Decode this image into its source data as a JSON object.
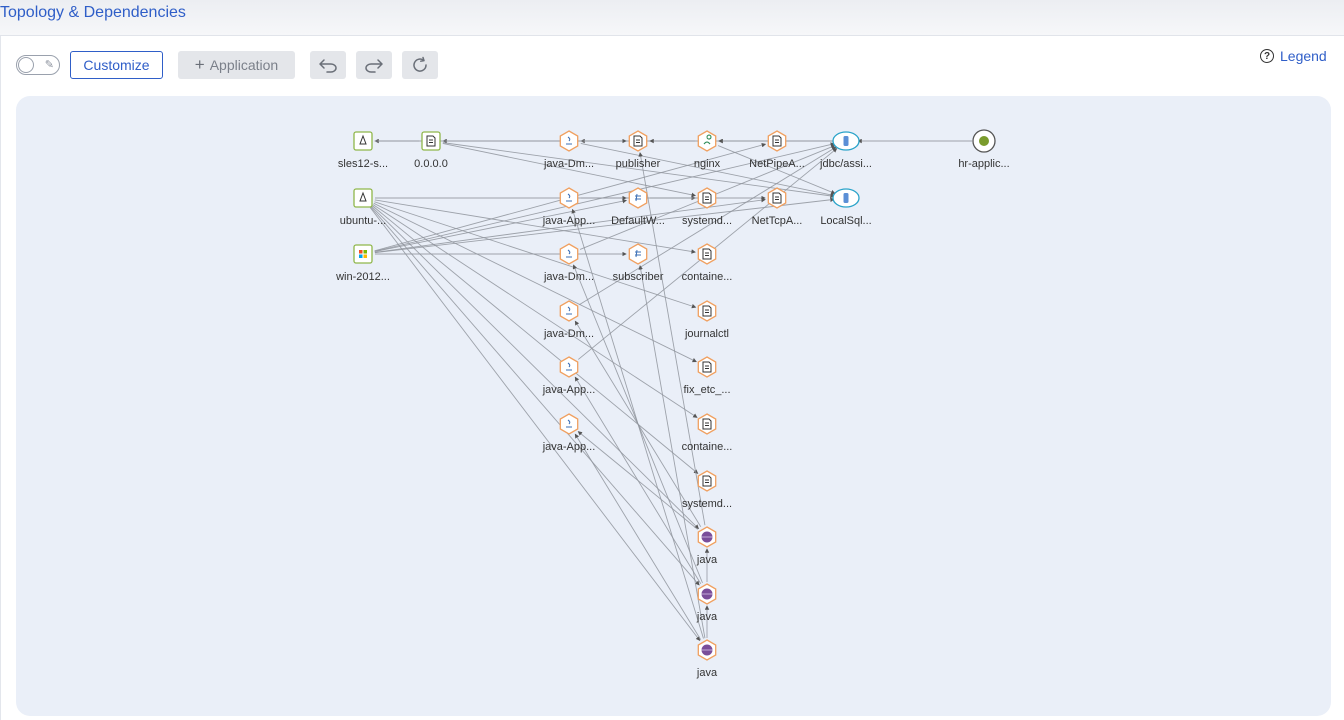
{
  "header": {
    "title": "Topology & Dependencies"
  },
  "toolbar": {
    "customize_label": "Customize",
    "application_label": "Application",
    "application_icon": "+",
    "undo_icon": "undo-icon",
    "redo_icon": "redo-icon",
    "refresh_icon": "refresh-icon",
    "edit_toggle_on": false
  },
  "legend": {
    "label": "Legend",
    "icon": "?"
  },
  "colors": {
    "accent": "#2f5ec8",
    "os": "#8fb64a",
    "process": "#f0a060",
    "db": "#2aa3c9",
    "jvm": "#7a4e9a",
    "app": "#7a9b2c",
    "edge": "#8f949c"
  },
  "topology": {
    "nodes": [
      {
        "id": "sles",
        "type": "linux",
        "label": "sles12-s..."
      },
      {
        "id": "ip",
        "type": "file",
        "label": "0.0.0.0"
      },
      {
        "id": "jdm1",
        "type": "java",
        "label": "java-Dm..."
      },
      {
        "id": "pub",
        "type": "process",
        "label": "publisher"
      },
      {
        "id": "nginx",
        "type": "nginx",
        "label": "nginx"
      },
      {
        "id": "npipe",
        "type": "process",
        "label": "NetPipeA..."
      },
      {
        "id": "jdbc",
        "type": "db",
        "label": "jdbc/assi..."
      },
      {
        "id": "hr",
        "type": "app",
        "label": "hr-applic..."
      },
      {
        "id": "ubuntu",
        "type": "linux",
        "label": "ubuntu-..."
      },
      {
        "id": "japp1",
        "type": "java",
        "label": "java-App..."
      },
      {
        "id": "defw",
        "type": "dotnet",
        "label": "DefaultW..."
      },
      {
        "id": "sysd1",
        "type": "process",
        "label": "systemd..."
      },
      {
        "id": "ntcp",
        "type": "process",
        "label": "NetTcpA..."
      },
      {
        "id": "lsql",
        "type": "db",
        "label": "LocalSql..."
      },
      {
        "id": "win",
        "type": "windows",
        "label": "win-2012..."
      },
      {
        "id": "jdm2",
        "type": "java",
        "label": "java-Dm..."
      },
      {
        "id": "sub",
        "type": "dotnet",
        "label": "subscriber"
      },
      {
        "id": "cont1",
        "type": "process",
        "label": "containe..."
      },
      {
        "id": "jdm3",
        "type": "java",
        "label": "java-Dm..."
      },
      {
        "id": "jctl",
        "type": "process",
        "label": "journalctl"
      },
      {
        "id": "japp2",
        "type": "java",
        "label": "java-App..."
      },
      {
        "id": "fix",
        "type": "process",
        "label": "fix_etc_..."
      },
      {
        "id": "japp3",
        "type": "java",
        "label": "java-App..."
      },
      {
        "id": "cont2",
        "type": "process",
        "label": "containe..."
      },
      {
        "id": "sysd2",
        "type": "process",
        "label": "systemd..."
      },
      {
        "id": "jvm1",
        "type": "jvm",
        "label": "java"
      },
      {
        "id": "jvm2",
        "type": "jvm",
        "label": "java"
      },
      {
        "id": "jvm3",
        "type": "jvm",
        "label": "java"
      }
    ],
    "edges": [
      [
        "ip",
        "sles"
      ],
      [
        "jdbc",
        "ip"
      ],
      [
        "hr",
        "jdbc"
      ],
      [
        "jdbc",
        "nginx"
      ],
      [
        "nginx",
        "pub"
      ],
      [
        "pub",
        "jdm1"
      ],
      [
        "npipe",
        "nginx"
      ],
      [
        "ip",
        "sysd1"
      ],
      [
        "ip",
        "lsql"
      ],
      [
        "nginx",
        "lsql"
      ],
      [
        "sles",
        "pub"
      ],
      [
        "ubuntu",
        "sysd1"
      ],
      [
        "ubuntu",
        "cont1"
      ],
      [
        "ubuntu",
        "jctl"
      ],
      [
        "ubuntu",
        "fix"
      ],
      [
        "ubuntu",
        "cont2"
      ],
      [
        "ubuntu",
        "sysd2"
      ],
      [
        "ubuntu",
        "jvm1"
      ],
      [
        "ubuntu",
        "jvm2"
      ],
      [
        "ubuntu",
        "jvm3"
      ],
      [
        "win",
        "jdbc"
      ],
      [
        "win",
        "lsql"
      ],
      [
        "win",
        "npipe"
      ],
      [
        "win",
        "ntcp"
      ],
      [
        "win",
        "sub"
      ],
      [
        "win",
        "defw"
      ],
      [
        "japp1",
        "defw"
      ],
      [
        "defw",
        "sysd1"
      ],
      [
        "defw",
        "ntcp"
      ],
      [
        "jdm2",
        "jdbc"
      ],
      [
        "jdm3",
        "jdbc"
      ],
      [
        "japp2",
        "jdbc"
      ],
      [
        "jdm1",
        "lsql"
      ],
      [
        "jvm1",
        "pub"
      ],
      [
        "jvm2",
        "jdm2"
      ],
      [
        "jvm3",
        "japp1"
      ],
      [
        "jvm1",
        "jdm3"
      ],
      [
        "jvm2",
        "japp2"
      ],
      [
        "jvm3",
        "japp3"
      ],
      [
        "jvm2",
        "jvm1"
      ],
      [
        "jvm3",
        "jvm2"
      ],
      [
        "jvm1",
        "japp3"
      ],
      [
        "jvm3",
        "sub"
      ]
    ]
  }
}
